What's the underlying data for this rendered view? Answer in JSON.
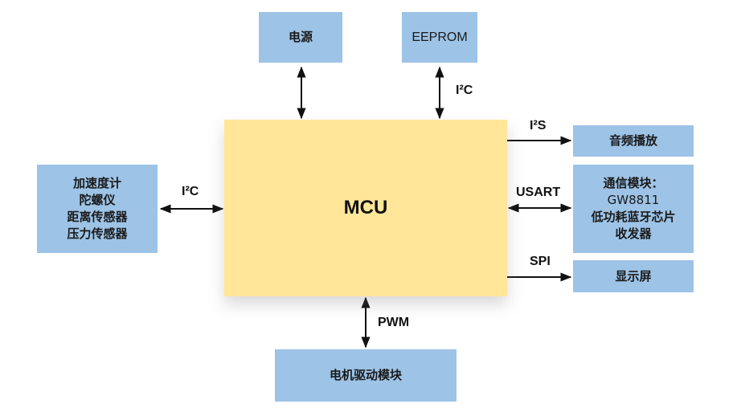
{
  "mcu": {
    "label": "MCU"
  },
  "power": {
    "label": "电源"
  },
  "eeprom": {
    "label": "EEPROM",
    "bus": "I²C"
  },
  "sensors": {
    "bus": "I²C",
    "lines": [
      "加速度计",
      "陀螺仪",
      "距离传感器",
      "压力传感器"
    ]
  },
  "audio": {
    "label": "音频播放",
    "bus": "I²S"
  },
  "comm": {
    "bus": "USART",
    "lines": [
      "通信模块：",
      "GW8811",
      "低功耗蓝牙芯片",
      "收发器"
    ]
  },
  "display": {
    "label": "显示屏",
    "bus": "SPI"
  },
  "motor": {
    "label": "电机驱动模块",
    "bus": "PWM"
  },
  "colors": {
    "box": "#9dc3e6",
    "mcu": "#ffe699",
    "arrow": "#111111"
  }
}
